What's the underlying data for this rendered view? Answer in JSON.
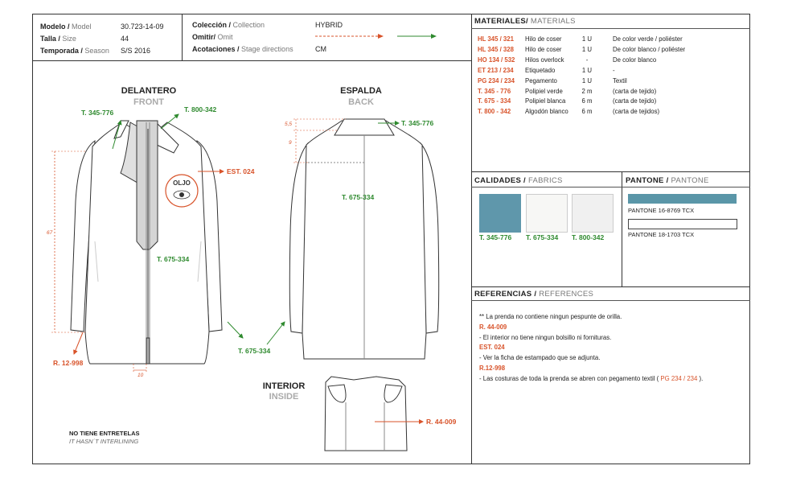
{
  "header": {
    "model_label": "Modelo /",
    "model_label_en": " Model",
    "model_value": "30.723-14-09",
    "size_label": "Talla /",
    "size_label_en": " Size",
    "size_value": "44",
    "season_label": "Temporada /",
    "season_label_en": " Season",
    "season_value": "S/S 2016",
    "collection_label": "Colección /",
    "collection_label_en": " Collection",
    "collection_value": "HYBRID",
    "omit_label": "Omitir/",
    "omit_label_en": " Omit",
    "stage_label": "Acotaciones /",
    "stage_label_en": " Stage directions",
    "stage_value": "CM"
  },
  "materials": {
    "title": "MATERIALES/",
    "title_en": " MATERIALS",
    "rows": [
      {
        "code": "HL 345 / 321",
        "name": "Hilo de coser",
        "qty": "1 U",
        "desc": "De color verde / poliéster"
      },
      {
        "code": "HL 345 / 328",
        "name": "Hilo de coser",
        "qty": "1 U",
        "desc": "De color blanco / poliéster"
      },
      {
        "code": "HO 134 / 532",
        "name": "Hilos overlock",
        "qty": "-",
        "desc": "De color blanco"
      },
      {
        "code": "ET 213 / 234",
        "name": "Etiquetado",
        "qty": "1 U",
        "desc": "-"
      },
      {
        "code": "PG 234 / 234",
        "name": "Pegamento",
        "qty": "1 U",
        "desc": "Textil"
      },
      {
        "code": "T. 345 - 776",
        "name": "Polipiel verde",
        "qty": "2 m",
        "desc": "(carta de tejido)"
      },
      {
        "code": "T. 675 - 334",
        "name": "Polipiel blanca",
        "qty": "6 m",
        "desc": "(carta de tejido)"
      },
      {
        "code": "T. 800 - 342",
        "name": "Algodón blanco",
        "qty": "6 m",
        "desc": "(carta de tejidos)"
      }
    ]
  },
  "fabrics": {
    "title": "CALIDADES /",
    "title_en": " FABRICS",
    "swatches": [
      {
        "label": "T. 345-776",
        "color": "#5f97ab"
      },
      {
        "label": "T. 675-334",
        "color": "#f7f7f5"
      },
      {
        "label": "T. 800-342",
        "color": "#f0f0f0"
      }
    ]
  },
  "pantone": {
    "title": "PANTONE /",
    "title_en": " PANTONE",
    "items": [
      {
        "name": "PANTONE 16-8769 TCX",
        "color": "#5a96a8"
      },
      {
        "name": "PANTONE 18-1703 TCX",
        "color": "#ffffff"
      }
    ]
  },
  "references": {
    "title": "REFERENCIAS /",
    "title_en": " REFERENCES",
    "lines": [
      {
        "kind": "text",
        "text": "** La prenda no contiene ningun pespunte de orilla."
      },
      {
        "kind": "code",
        "text": "R. 44-009"
      },
      {
        "kind": "text",
        "text": "- El interior no tiene ningun bolsillo ni fornituras."
      },
      {
        "kind": "code",
        "text": "EST. 024"
      },
      {
        "kind": "text",
        "text": "- Ver la ficha de estampado que se adjunta."
      },
      {
        "kind": "code",
        "text": "R.12-998"
      }
    ],
    "last_line_before": "- Las costuras de toda la prenda se abren con pegamento textil ( ",
    "last_line_code": "PG 234 / 234",
    "last_line_after": " )."
  },
  "views": {
    "front_es": "DELANTERO",
    "front_en": "FRONT",
    "back_es": "ESPALDA",
    "back_en": "BACK",
    "inside_es": "INTERIOR",
    "inside_en": "INSIDE"
  },
  "callouts": {
    "front_collar": "T. 345-776",
    "front_lining": "T. 800-342",
    "front_print": "EST. 024",
    "front_body": "T. 675-334",
    "front_hem": "R. 12-998",
    "print_word": "OLJO",
    "sleeve": "T. 675-334",
    "back_collar": "T. 345-776",
    "back_body": "T. 675-334",
    "inside_ref": "R. 44-009"
  },
  "dimensions": {
    "length": "67",
    "hem_width": "10",
    "collar_h": "5,5",
    "yoke_h": "9"
  },
  "notes": {
    "interlining_es": "NO TIENE ENTRETELAS",
    "interlining_en": "IT HASN´T INTERLINING"
  },
  "colors": {
    "accent_orange": "#d8532a",
    "accent_green": "#2f8a2f"
  }
}
